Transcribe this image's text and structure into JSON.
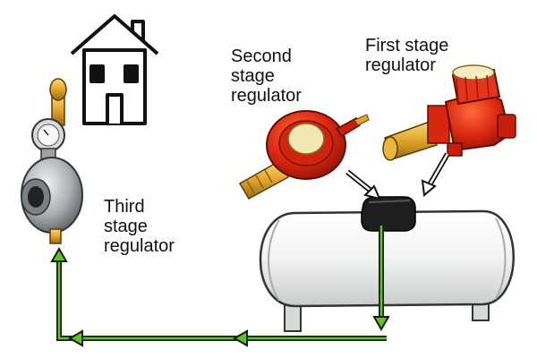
{
  "labels": {
    "second": [
      "Second",
      "stage",
      "regulator"
    ],
    "first": [
      "First stage",
      "regulator"
    ],
    "third": [
      "Third",
      "stage",
      "regulator"
    ]
  },
  "colors": {
    "arrow": "#4cb817",
    "outline": "#1a1a1a",
    "tank": "#eef0f0",
    "regulator_red": "#e02a14",
    "brass": "#e0a52a",
    "gauge": "#c8c8c8"
  }
}
